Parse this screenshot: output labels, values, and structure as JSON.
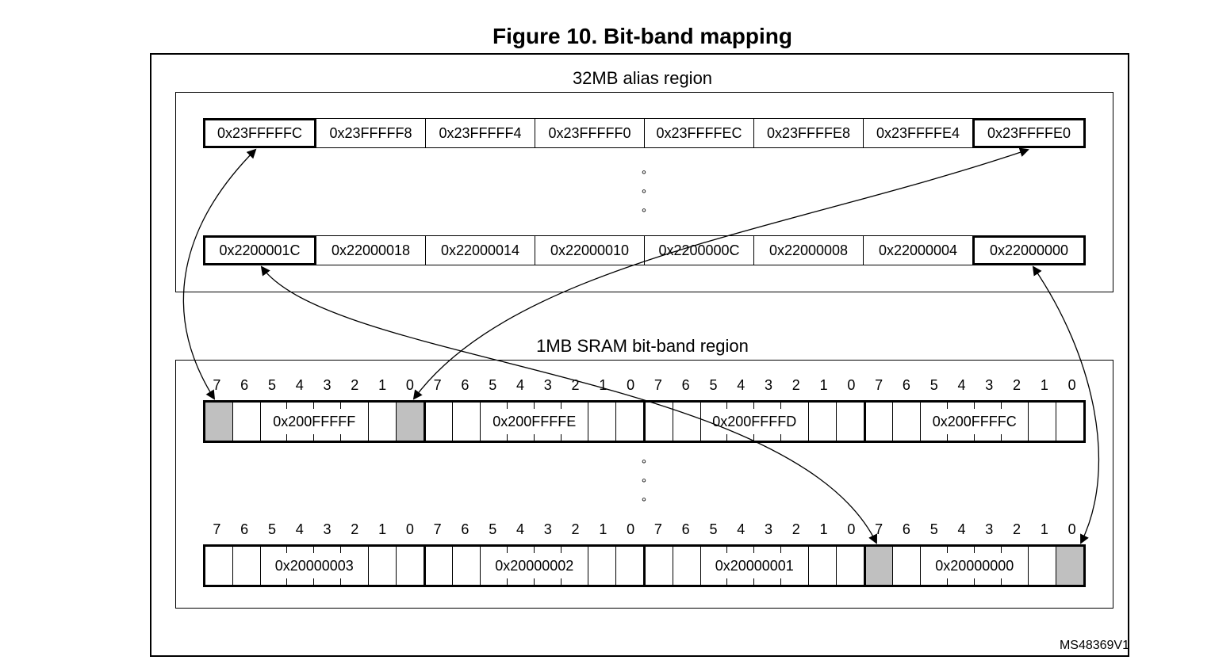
{
  "figure_title": "Figure 10. Bit-band mapping",
  "alias_region": {
    "label": "32MB alias region",
    "top_row": [
      "0x23FFFFFC",
      "0x23FFFFF8",
      "0x23FFFFF4",
      "0x23FFFFF0",
      "0x23FFFFEC",
      "0x23FFFFE8",
      "0x23FFFFE4",
      "0x23FFFFE0"
    ],
    "bottom_row": [
      "0x2200001C",
      "0x22000018",
      "0x22000014",
      "0x22000010",
      "0x2200000C",
      "0x22000008",
      "0x22000004",
      "0x22000000"
    ],
    "ellipsis": [
      "°",
      "°",
      "°"
    ]
  },
  "sram_region": {
    "label": "1MB SRAM bit-band region",
    "bit_numbers": [
      "7",
      "6",
      "5",
      "4",
      "3",
      "2",
      "1",
      "0"
    ],
    "top_row": [
      "0x200FFFFF",
      "0x200FFFFE",
      "0x200FFFFD",
      "0x200FFFFC"
    ],
    "bottom_row": [
      "0x20000003",
      "0x20000002",
      "0x20000001",
      "0x20000000"
    ],
    "ellipsis": [
      "°",
      "°",
      "°"
    ]
  },
  "figure_id": "MS48369V1",
  "colors": {
    "shaded_bit": "#c0c0c0",
    "line": "#000000"
  }
}
